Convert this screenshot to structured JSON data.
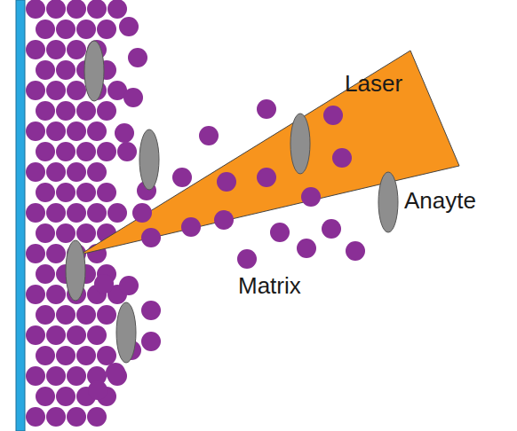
{
  "diagram": {
    "labels": [
      "Laser",
      "Anayte",
      "Matrix"
    ]
  }
}
